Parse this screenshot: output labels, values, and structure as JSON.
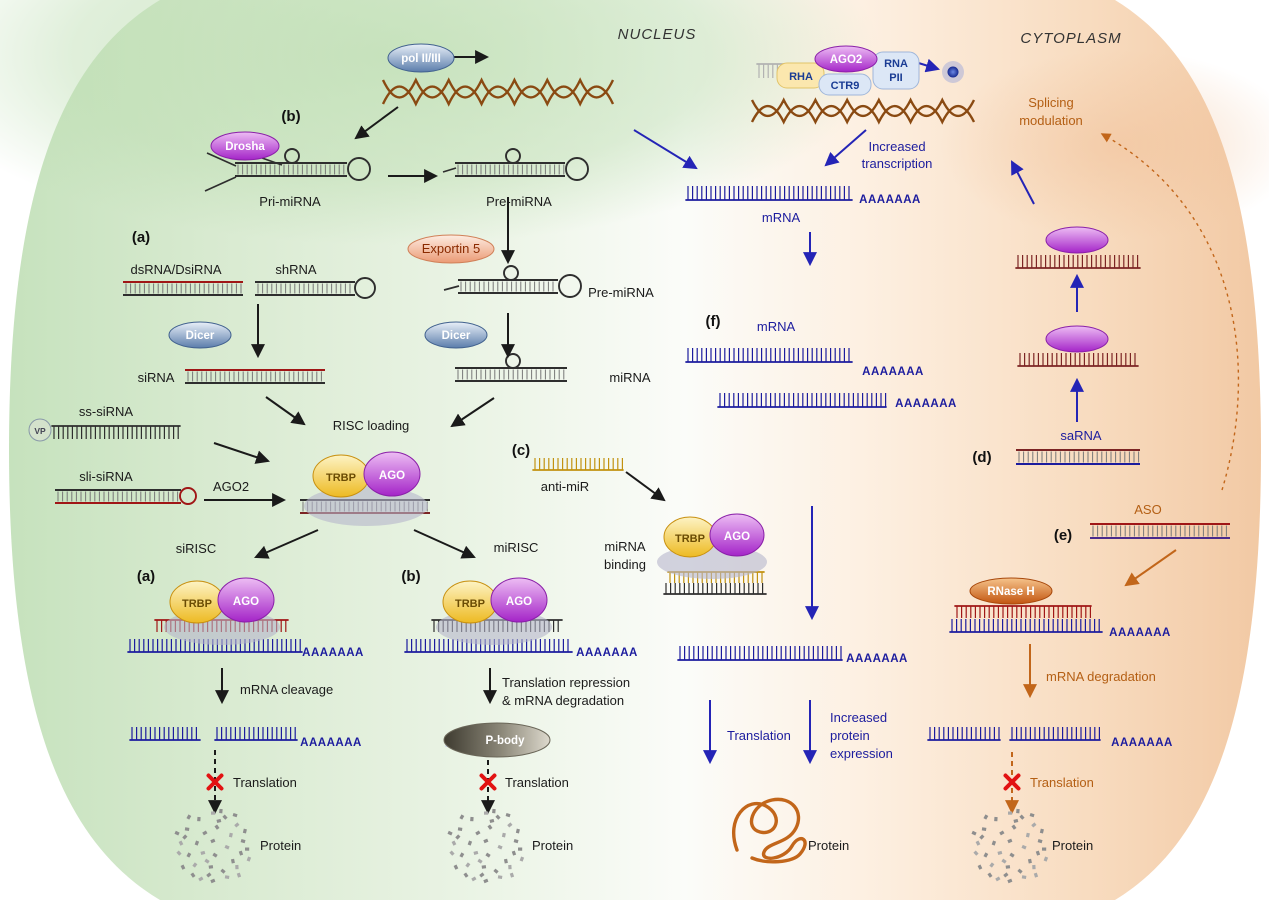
{
  "regions": {
    "nucleus": "NUCLEUS",
    "cytoplasm": "CYTOPLASM"
  },
  "panel_labels": {
    "a_top": "(a)",
    "b_top": "(b)",
    "a_left": "(a)",
    "b_mid": "(b)",
    "c": "(c)",
    "d": "(d)",
    "e": "(e)",
    "f": "(f)"
  },
  "enzymes": {
    "pol": "pol II/III",
    "drosha": "Drosha",
    "exportin": "Exportin 5",
    "dicer": "Dicer",
    "rnase_h": "RNase H",
    "ago2": "AGO2",
    "trbp": "TRBP",
    "ago": "AGO",
    "rha": "RHA",
    "ctr9": "CTR9",
    "rna_pii_line1": "RNA",
    "rna_pii_line2": "PII"
  },
  "molecules": {
    "pri_mirna": "Pri-miRNA",
    "pre_mirna": "Pre-miRNA",
    "mrna": "mRNA",
    "dsrna": "dsRNA/DsiRNA",
    "shrna": "shRNA",
    "sirna": "siRNA",
    "mirna": "miRNA",
    "ss_sirna": "ss-siRNA",
    "sli_sirna": "sli-siRNA",
    "vp": "VP",
    "anti_mir": "anti-miR",
    "sarna": "saRNA",
    "aso": "ASO",
    "polya": "AAAAAAA",
    "protein": "Protein",
    "p_body": "P-body"
  },
  "processes": {
    "risc_loading": "RISC loading",
    "sirisc": "siRISC",
    "mirisc": "miRISC",
    "mrna_cleavage": "mRNA cleavage",
    "translation": "Translation",
    "translation_repression_1": "Translation repression",
    "translation_repression_2": "& mRNA degradation",
    "mirna_binding_1": "miRNA",
    "mirna_binding_2": "binding",
    "increased_transcription_1": "Increased",
    "increased_transcription_2": "transcription",
    "increased_protein_1": "Increased",
    "increased_protein_2": "protein",
    "increased_protein_3": "expression",
    "splicing_1": "Splicing",
    "splicing_2": "modulation",
    "mrna_degradation": "mRNA degradation"
  },
  "colors": {
    "mrna_blue": "#1c1c9e",
    "arrow_blue": "#2424b6",
    "dna_brown": "#8a4a12",
    "strand_red": "#a01616",
    "strand_dark": "#2e2e2e",
    "gold": "#c29210",
    "orange": "#c2661a",
    "red_x": "#e21212",
    "gray_strand": "#b2b2b2",
    "maroon": "#7c2424",
    "purple_strand": "#4a2a8c"
  }
}
